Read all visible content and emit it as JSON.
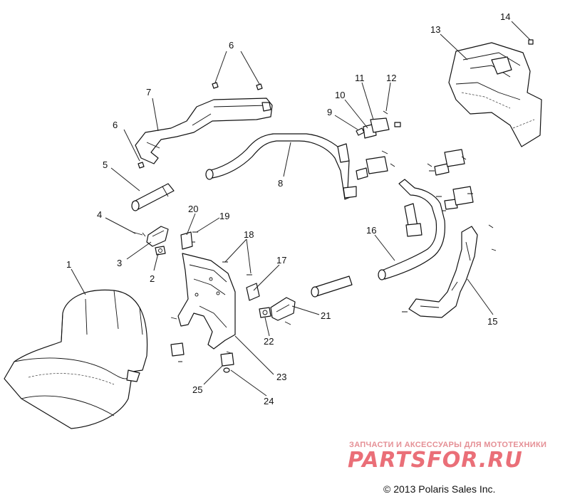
{
  "callouts": {
    "c1": "1",
    "c2": "2",
    "c3": "3",
    "c4": "4",
    "c5": "5",
    "c6a": "6",
    "c6b": "6",
    "c7": "7",
    "c8": "8",
    "c9": "9",
    "c10": "10",
    "c11": "11",
    "c12": "12",
    "c13": "13",
    "c14": "14",
    "c15": "15",
    "c16": "16",
    "c17": "17",
    "c18": "18",
    "c19": "19",
    "c20": "20",
    "c21": "21",
    "c22": "22",
    "c23": "23",
    "c24": "24",
    "c25": "25"
  },
  "watermark": {
    "tagline": "ЗАПЧАСТИ И АКСЕССУАРЫ ДЛЯ МОТОТЕХНИКИ",
    "site": "PARTSFOR.RU",
    "color": "#ea6f78"
  },
  "copyright": "© 2013 Polaris Sales Inc."
}
